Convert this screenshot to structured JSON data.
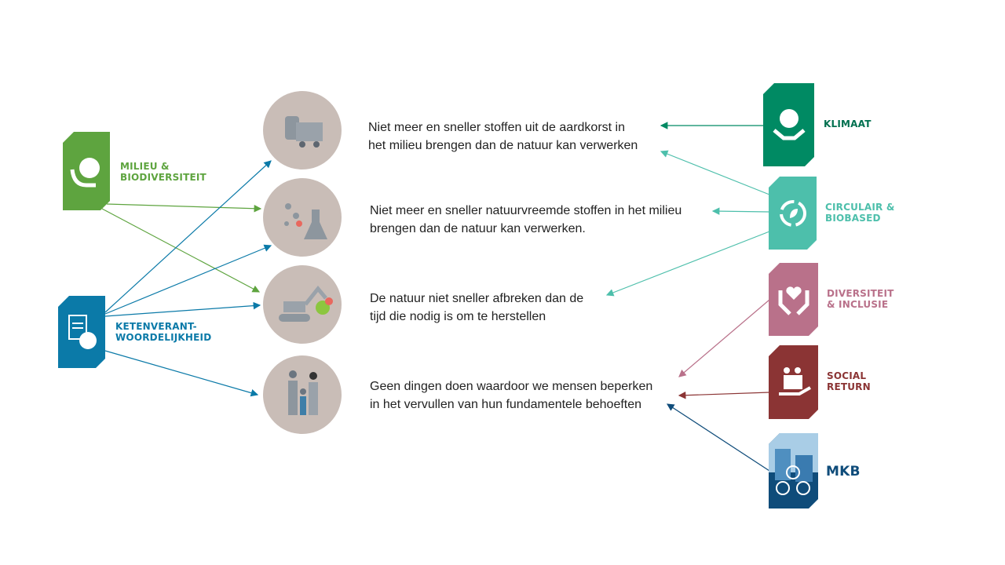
{
  "left_themes": [
    {
      "label_line1": "MILIEU &",
      "label_line2": "BIODIVERSITEIT",
      "color": "#5ea43f",
      "icon": "globe-hand-icon"
    },
    {
      "label_line1": "KETENVERANT-",
      "label_line2": "WOORDELIJKHEID",
      "color": "#0b7aa8",
      "icon": "document-globe-icon"
    }
  ],
  "statements": [
    {
      "line1": "Niet meer en sneller stoffen uit de aardkorst in",
      "line2": "het milieu brengen dan de natuur kan verwerken",
      "icon": "mining-cart-icon"
    },
    {
      "line1": "Niet meer en sneller natuurvreemde stoffen in het milieu",
      "line2": "brengen dan de natuur kan verwerken.",
      "icon": "chemistry-flask-icon"
    },
    {
      "line1": "De natuur niet sneller afbreken dan de",
      "line2": "tijd die nodig is om te herstellen",
      "icon": "excavator-tree-icon"
    },
    {
      "line1": "Geen dingen doen waardoor we mensen beperken",
      "line2": "in het vervullen van hun fundamentele behoeften",
      "icon": "family-icon"
    }
  ],
  "right_themes": [
    {
      "label_line1": "KLIMAAT",
      "label_line2": "",
      "color": "#008a63",
      "icon": "globe-handshake-icon"
    },
    {
      "label_line1": "CIRCULAIR &",
      "label_line2": "BIOBASED",
      "color": "#4dbfab",
      "icon": "recycle-leaf-icon"
    },
    {
      "label_line1": "DIVERSITEIT",
      "label_line2": "& INCLUSIE",
      "color": "#b9718a",
      "icon": "heart-hands-icon"
    },
    {
      "label_line1": "SOCIAL",
      "label_line2": "RETURN",
      "color": "#8b3434",
      "icon": "people-hand-icon"
    },
    {
      "label_line1": "MKB",
      "label_line2": "",
      "color": "#0f4c7a",
      "icon": "network-buildings-icon"
    }
  ]
}
